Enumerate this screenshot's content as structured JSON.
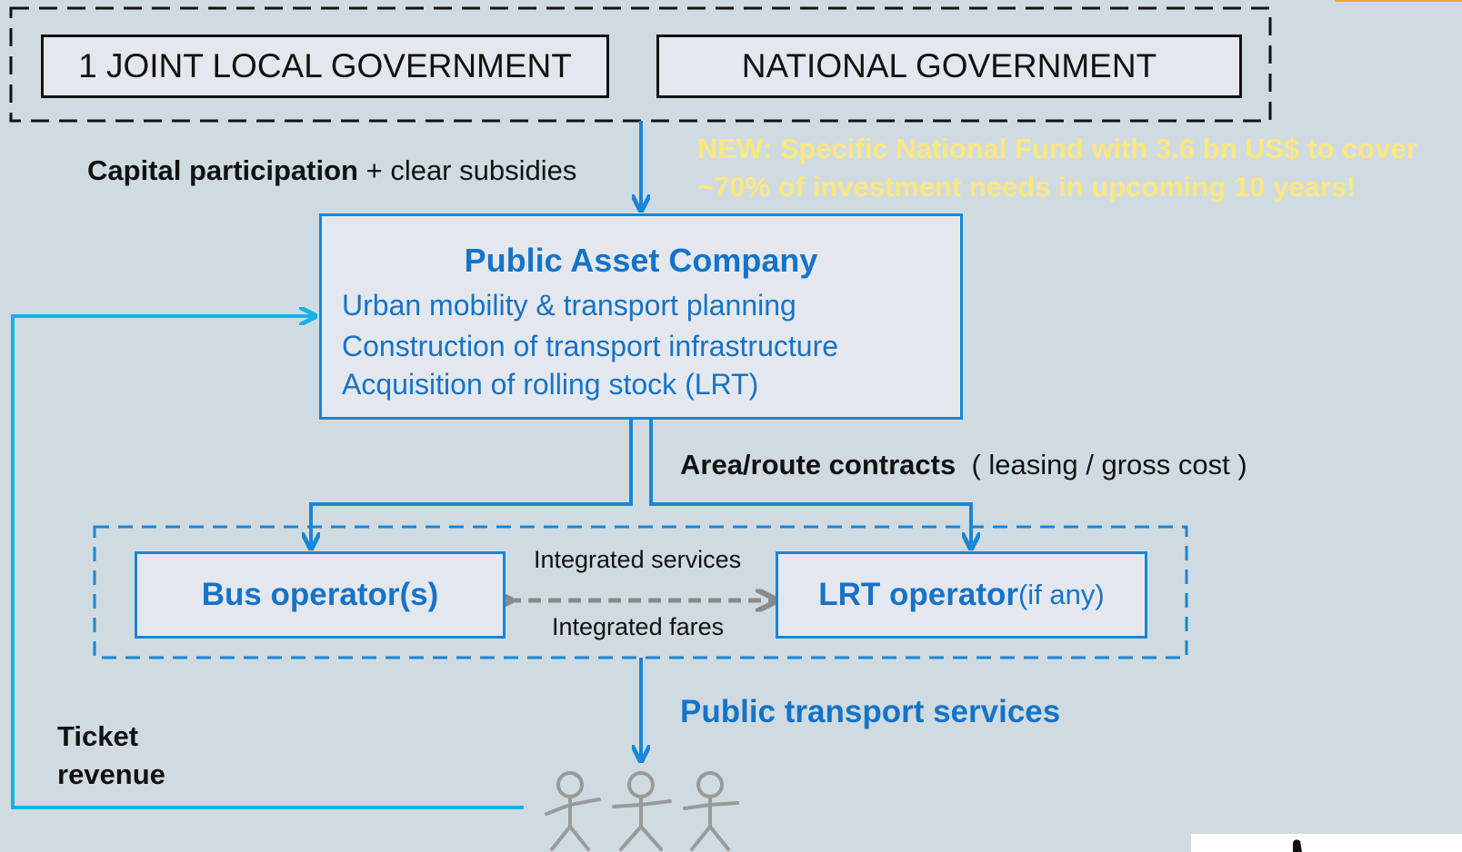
{
  "governments": {
    "local": "1 JOINT LOCAL GOVERNMENT",
    "national": "NATIONAL GOVERNMENT"
  },
  "funding": {
    "capital_bold": "Capital participation",
    "capital_rest": " + clear subsidies",
    "note_line1": "NEW: Specific National Fund with 3.6 bn US$ to cover",
    "note_line2": "~70% of investment needs in upcoming 10 years!"
  },
  "company": {
    "title": "Public Asset Company",
    "lines": [
      "Urban mobility & transport planning",
      "Construction of transport infrastructure",
      "Acquisition of rolling stock (LRT)"
    ]
  },
  "contracts": {
    "bold": "Area/route contracts",
    "rest": "( leasing / gross cost )"
  },
  "operators": {
    "bus": "Bus operator(s)",
    "lrt_bold": "LRT operator",
    "lrt_rest": " (if any)",
    "integrated_services": "Integrated services",
    "integrated_fares": "Integrated fares"
  },
  "services_label": "Public transport services",
  "ticket": {
    "line1": "Ticket",
    "line2": "revenue"
  },
  "colors": {
    "background": "#cfdbe1",
    "accent_blue": "#1673c8",
    "arrow_blue": "#1a86d6",
    "feedback_cyan": "#16b0ea",
    "note_yellow": "#fbe77f",
    "dashed_grey": "#8a8a8a",
    "figure_grey": "#9a9a9a"
  }
}
